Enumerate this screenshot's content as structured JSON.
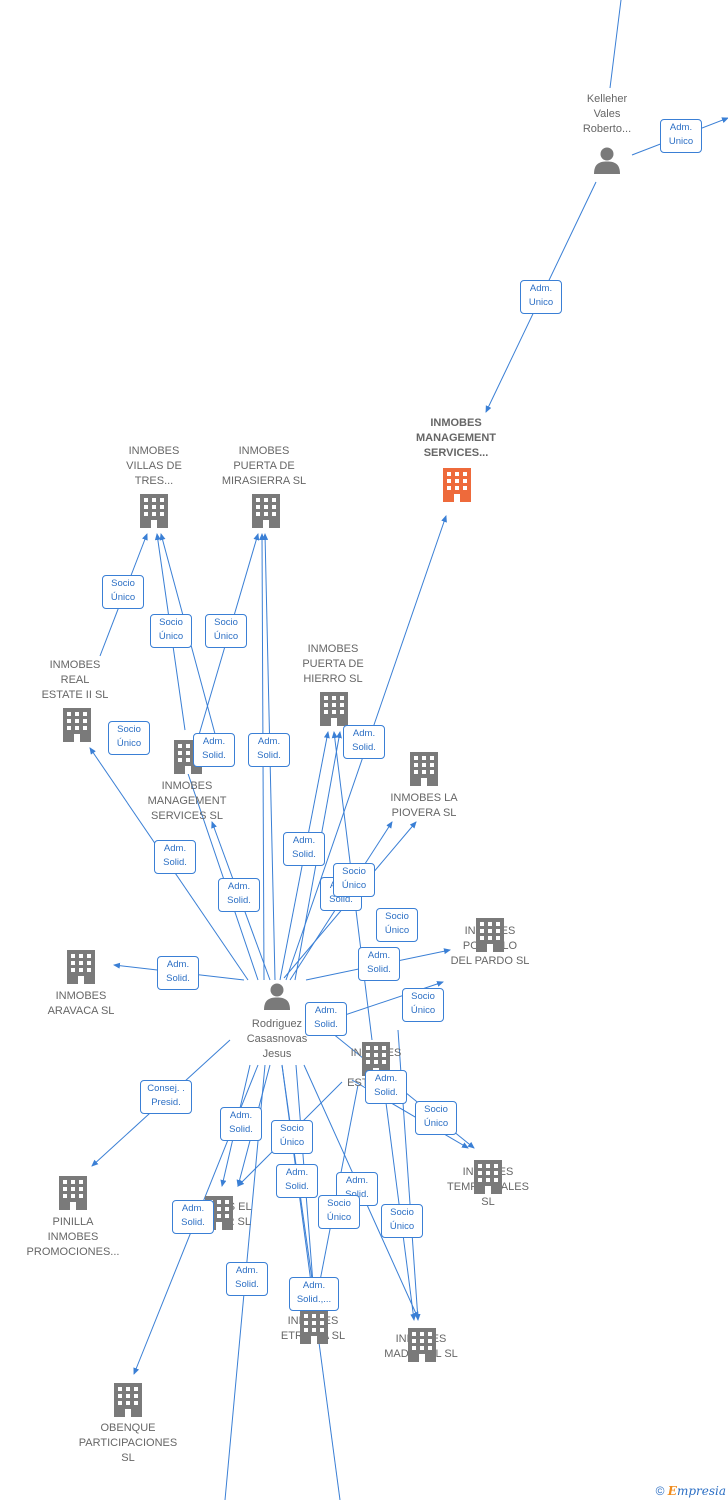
{
  "colors": {
    "edge": "#3a7fd5",
    "node": "#7a7a7a",
    "focus": "#ee6a3b",
    "badge_text": "#2c6fc4"
  },
  "nodes": [
    {
      "id": "kelleher",
      "type": "person",
      "label": "Kelleher\nVales\nRoberto..."
    },
    {
      "id": "mgmt_services_focus",
      "type": "company",
      "focus": true,
      "label": "INMOBES\nMANAGEMENT\nSERVICES..."
    },
    {
      "id": "villas",
      "type": "company",
      "label": "INMOBES\nVILLAS DE\nTRES..."
    },
    {
      "id": "puerta_mirasierra",
      "type": "company",
      "label": "INMOBES\nPUERTA DE\nMIRASIERRA SL"
    },
    {
      "id": "real_estate_ii",
      "type": "company",
      "label": "INMOBES\nREAL\nESTATE II SL"
    },
    {
      "id": "puerta_hierro",
      "type": "company",
      "label": "INMOBES\nPUERTA DE\nHIERRO SL"
    },
    {
      "id": "mgmt_services_sl",
      "type": "company",
      "label": "INMOBES\nMANAGEMENT\nSERVICES SL"
    },
    {
      "id": "piovera",
      "type": "company",
      "label": "INMOBES LA\nPIOVERA SL"
    },
    {
      "id": "aravaca",
      "type": "company",
      "label": "INMOBES\nARAVACA SL"
    },
    {
      "id": "portillo",
      "type": "company",
      "label": "INMOBES\nPORTILLO\nDEL PARDO SL"
    },
    {
      "id": "rodriguez",
      "type": "person",
      "label": "Rodriguez\nCasasnovas\nJesus"
    },
    {
      "id": "real_estate",
      "type": "company",
      "label": "INMOBES\nREAL\nESTATE SL"
    },
    {
      "id": "pinilla",
      "type": "company",
      "label": "PINILLA\nINMOBES\nPROMOCIONES..."
    },
    {
      "id": "tempranales",
      "type": "company",
      "label": "INMOBES\nTEMPRANALES\nSL"
    },
    {
      "id": "encinar",
      "type": "company",
      "label": "INMOBES EL\nENCINAR SL"
    },
    {
      "id": "etruria",
      "type": "company",
      "label": "INMOBES\nETRURIA SL"
    },
    {
      "id": "madrigal",
      "type": "company",
      "label": "INMOBES\nMADRIGAL SL"
    },
    {
      "id": "obenque",
      "type": "company",
      "label": "OBENQUE\nPARTICIPACIONES\nSL"
    }
  ],
  "badges": [
    {
      "id": "b1",
      "label": "Adm.\nUnico"
    },
    {
      "id": "b2",
      "label": "Adm.\nUnico"
    },
    {
      "id": "b3",
      "label": "Socio\nÚnico"
    },
    {
      "id": "b4",
      "label": "Socio\nÚnico"
    },
    {
      "id": "b5",
      "label": "Socio\nÚnico"
    },
    {
      "id": "b6",
      "label": "Socio\nÚnico"
    },
    {
      "id": "b7",
      "label": "Adm.\nSolid."
    },
    {
      "id": "b8",
      "label": "Adm.\nSolid."
    },
    {
      "id": "b9",
      "label": "Adm.\nSolid."
    },
    {
      "id": "b10",
      "label": "Adm.\nSolid."
    },
    {
      "id": "b11",
      "label": "Adm.\nSolid."
    },
    {
      "id": "b12",
      "label": "Adm.\nSolid."
    },
    {
      "id": "b13",
      "label": "Adm.\nSolid."
    },
    {
      "id": "b14",
      "label": "Socio\nÚnico"
    },
    {
      "id": "b15",
      "label": "Socio\nÚnico"
    },
    {
      "id": "b16",
      "label": "Adm.\nSolid."
    },
    {
      "id": "b17",
      "label": "Adm.\nSolid."
    },
    {
      "id": "b18",
      "label": "Socio\nÚnico"
    },
    {
      "id": "b19",
      "label": "Adm.\nSolid."
    },
    {
      "id": "b20",
      "label": "Consej. .\nPresid."
    },
    {
      "id": "b21",
      "label": "Adm.\nSolid."
    },
    {
      "id": "b22",
      "label": "Adm.\nSolid."
    },
    {
      "id": "b23",
      "label": "Socio\nÚnico"
    },
    {
      "id": "b24",
      "label": "Socio\nÚnico"
    },
    {
      "id": "b25",
      "label": "Adm.\nSolid."
    },
    {
      "id": "b26",
      "label": "Adm.\nSolid."
    },
    {
      "id": "b27",
      "label": "Adm.\nSolid."
    },
    {
      "id": "b28",
      "label": "Socio\nÚnico"
    },
    {
      "id": "b29",
      "label": "Socio\nÚnico"
    },
    {
      "id": "b30",
      "label": "Adm.\nSolid."
    },
    {
      "id": "b31",
      "label": "Adm.\nSolid.,..."
    }
  ],
  "copyright": {
    "symbol": "©",
    "brand": "mpresia",
    "brand_initial": "E"
  }
}
